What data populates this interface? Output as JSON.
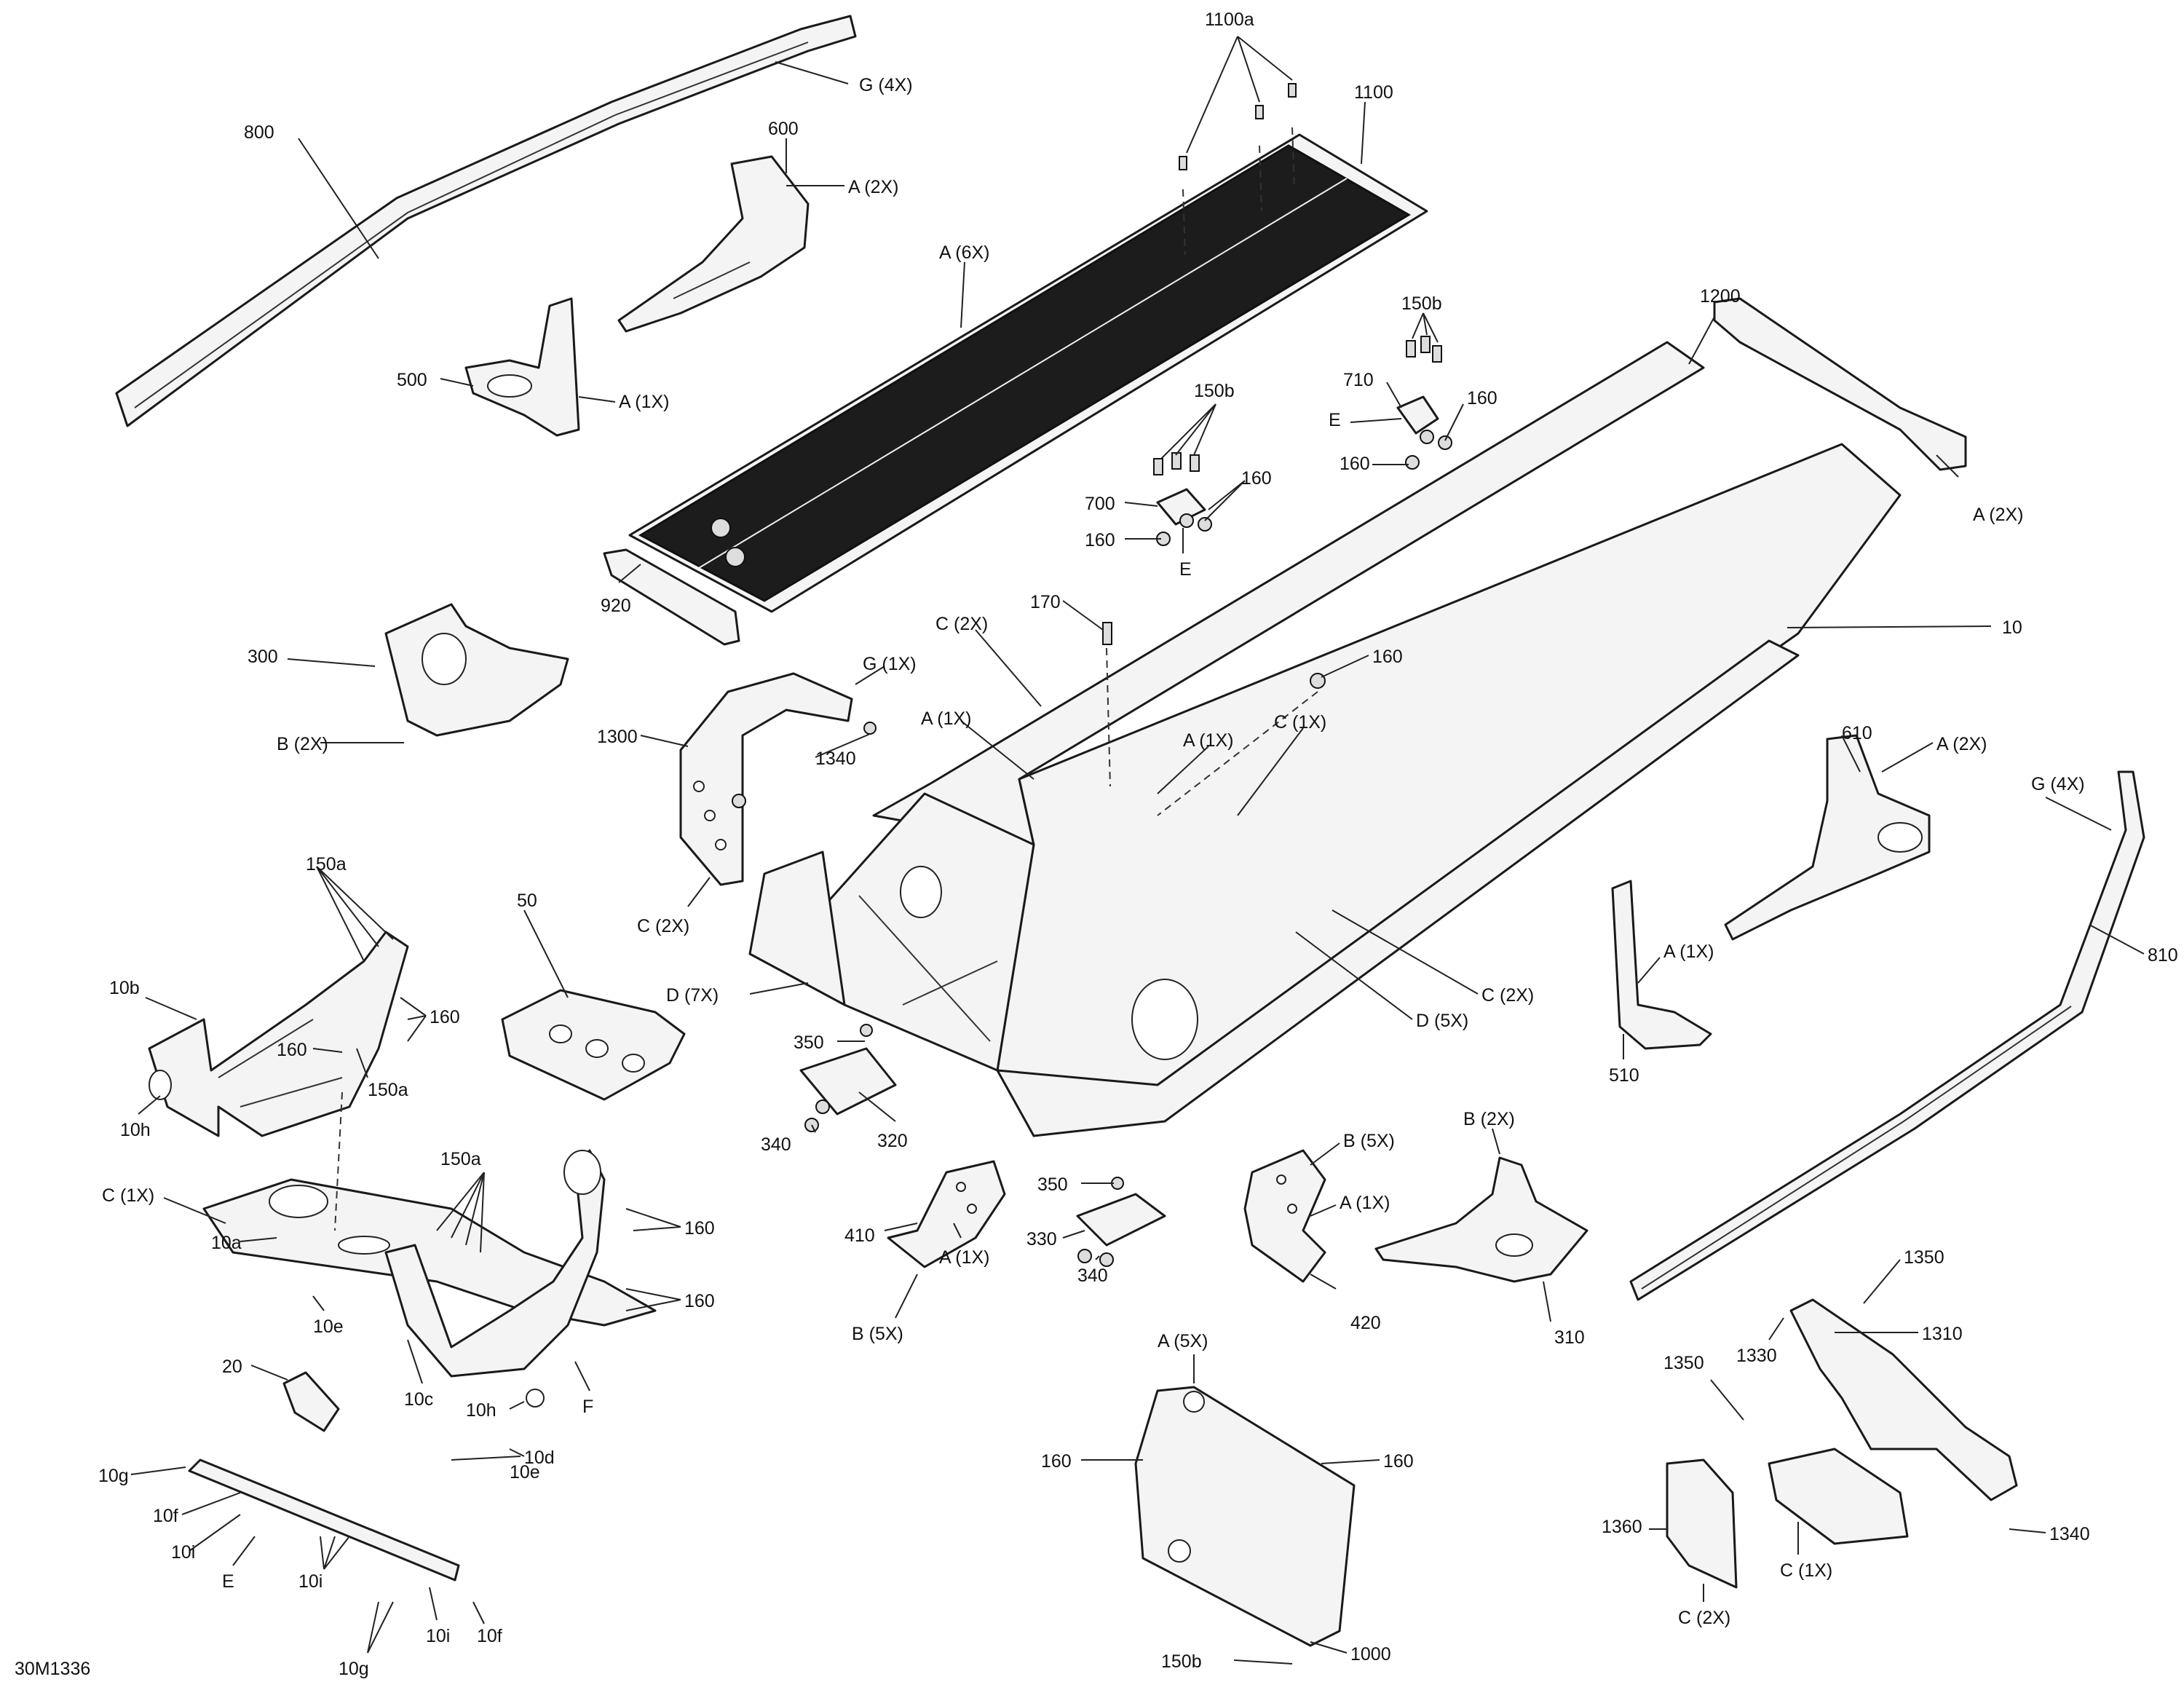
{
  "diagram": {
    "figure_id": "30M1336",
    "callouts": [
      {
        "id": "c-g4x-top",
        "text": "G (4X)"
      },
      {
        "id": "c-800",
        "text": "800"
      },
      {
        "id": "c-600",
        "text": "600"
      },
      {
        "id": "c-a2x-600",
        "text": "A (2X)"
      },
      {
        "id": "c-1100a",
        "text": "1100a"
      },
      {
        "id": "c-1100",
        "text": "1100"
      },
      {
        "id": "c-a6x",
        "text": "A (6X)"
      },
      {
        "id": "c-500",
        "text": "500"
      },
      {
        "id": "c-a1x-500",
        "text": "A (1X)"
      },
      {
        "id": "c-150b-upper",
        "text": "150b"
      },
      {
        "id": "c-710",
        "text": "710"
      },
      {
        "id": "c-e-710",
        "text": "E"
      },
      {
        "id": "c-160-710",
        "text": "160"
      },
      {
        "id": "c-160-710b",
        "text": "160"
      },
      {
        "id": "c-1200",
        "text": "1200"
      },
      {
        "id": "c-a2x-1200",
        "text": "A (2X)"
      },
      {
        "id": "c-150b-mid",
        "text": "150b"
      },
      {
        "id": "c-700",
        "text": "700"
      },
      {
        "id": "c-160-700",
        "text": "160"
      },
      {
        "id": "c-160-700b",
        "text": "160"
      },
      {
        "id": "c-e-700",
        "text": "E"
      },
      {
        "id": "c-920",
        "text": "920"
      },
      {
        "id": "c-c2x-top",
        "text": "C (2X)"
      },
      {
        "id": "c-170",
        "text": "170"
      },
      {
        "id": "c-10",
        "text": "10"
      },
      {
        "id": "c-300",
        "text": "300"
      },
      {
        "id": "c-b2x-300",
        "text": "B (2X)"
      },
      {
        "id": "c-g1x",
        "text": "G (1X)"
      },
      {
        "id": "c-1300",
        "text": "1300"
      },
      {
        "id": "c-a1x-tunnel",
        "text": "A (1X)"
      },
      {
        "id": "c-160-tunnel",
        "text": "160"
      },
      {
        "id": "c-a1x-tunnel2",
        "text": "A (1X)"
      },
      {
        "id": "c-c1x-tunnel",
        "text": "C (1X)"
      },
      {
        "id": "c-1340-upper",
        "text": "1340"
      },
      {
        "id": "c-610",
        "text": "610"
      },
      {
        "id": "c-a2x-610",
        "text": "A (2X)"
      },
      {
        "id": "c-g4x-right",
        "text": "G (4X)"
      },
      {
        "id": "c-150a-upper",
        "text": "150a"
      },
      {
        "id": "c-50",
        "text": "50"
      },
      {
        "id": "c-c2x-1300",
        "text": "C (2X)"
      },
      {
        "id": "c-10b",
        "text": "10b"
      },
      {
        "id": "c-160-10b",
        "text": "160"
      },
      {
        "id": "c-160-10b-left",
        "text": "160"
      },
      {
        "id": "c-10h-upper",
        "text": "10h"
      },
      {
        "id": "c-150a-10b",
        "text": "150a"
      },
      {
        "id": "c-d7x",
        "text": "D (7X)"
      },
      {
        "id": "c-c2x-tunnel-right",
        "text": "C (2X)"
      },
      {
        "id": "c-d5x",
        "text": "D (5X)"
      },
      {
        "id": "c-a1x-510",
        "text": "A (1X)"
      },
      {
        "id": "c-810",
        "text": "810"
      },
      {
        "id": "c-510",
        "text": "510"
      },
      {
        "id": "c-350-upper",
        "text": "350"
      },
      {
        "id": "c-340-upper",
        "text": "340"
      },
      {
        "id": "c-320",
        "text": "320"
      },
      {
        "id": "c-c1x-10a",
        "text": "C (1X)"
      },
      {
        "id": "c-150a-lower",
        "text": "150a"
      },
      {
        "id": "c-160-lower1",
        "text": "160"
      },
      {
        "id": "c-160-lower2",
        "text": "160"
      },
      {
        "id": "c-10a",
        "text": "10a"
      },
      {
        "id": "c-10e-upper",
        "text": "10e"
      },
      {
        "id": "c-10c",
        "text": "10c"
      },
      {
        "id": "c-10h-lower",
        "text": "10h"
      },
      {
        "id": "c-f",
        "text": "F"
      },
      {
        "id": "c-10e-lower",
        "text": "10e"
      },
      {
        "id": "c-350-lower",
        "text": "350"
      },
      {
        "id": "c-330",
        "text": "330"
      },
      {
        "id": "c-340-lower",
        "text": "340"
      },
      {
        "id": "c-410",
        "text": "410"
      },
      {
        "id": "c-a1x-410",
        "text": "A (1X)"
      },
      {
        "id": "c-b5x-410",
        "text": "B (5X)"
      },
      {
        "id": "c-b5x-420",
        "text": "B (5X)"
      },
      {
        "id": "c-a1x-420",
        "text": "A (1X)"
      },
      {
        "id": "c-420",
        "text": "420"
      },
      {
        "id": "c-b2x-310",
        "text": "B (2X)"
      },
      {
        "id": "c-310",
        "text": "310"
      },
      {
        "id": "c-20",
        "text": "20"
      },
      {
        "id": "c-10g-upper",
        "text": "10g"
      },
      {
        "id": "c-10f-upper",
        "text": "10f"
      },
      {
        "id": "c-10i-upper",
        "text": "10i"
      },
      {
        "id": "c-e-10d",
        "text": "E"
      },
      {
        "id": "c-10i-mid",
        "text": "10i"
      },
      {
        "id": "c-10d",
        "text": "10d"
      },
      {
        "id": "c-10f-lower",
        "text": "10f"
      },
      {
        "id": "c-10i-lower",
        "text": "10i"
      },
      {
        "id": "c-10g-lower",
        "text": "10g"
      },
      {
        "id": "c-a5x",
        "text": "A (5X)"
      },
      {
        "id": "c-160-1000-left",
        "text": "160"
      },
      {
        "id": "c-160-1000-right",
        "text": "160"
      },
      {
        "id": "c-150b-lower",
        "text": "150b"
      },
      {
        "id": "c-1000",
        "text": "1000"
      },
      {
        "id": "c-1350-upper",
        "text": "1350"
      },
      {
        "id": "c-1330",
        "text": "1330"
      },
      {
        "id": "c-1310",
        "text": "1310"
      },
      {
        "id": "c-1350-lower",
        "text": "1350"
      },
      {
        "id": "c-1360",
        "text": "1360"
      },
      {
        "id": "c-c1x-1310",
        "text": "C (1X)"
      },
      {
        "id": "c-1340-lower",
        "text": "1340"
      },
      {
        "id": "c-c2x-1360",
        "text": "C (2X)"
      }
    ]
  }
}
